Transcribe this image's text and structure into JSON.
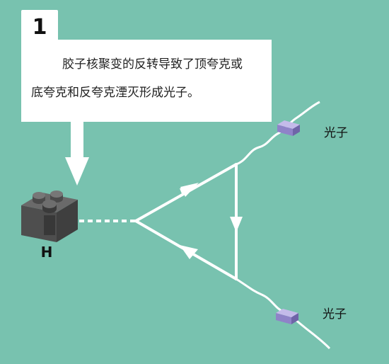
{
  "panel": {
    "number": "1",
    "caption_line1": "胶子核聚变的反转导致了顶夸克或",
    "caption_line2": "底夸克和反夸克湮灭形成光子。"
  },
  "particles": {
    "higgs_label": "H",
    "photon_top_label": "光子",
    "photon_bottom_label": "光子"
  },
  "colors": {
    "background": "#78c2af",
    "box": "#ffffff",
    "lines": "#ffffff",
    "brick": "#555555",
    "photon_block": "#9b8ed0"
  },
  "icons": {
    "higgs": "lego-brick-icon",
    "photon": "photon-block-icon",
    "pointer": "down-arrow-icon"
  }
}
